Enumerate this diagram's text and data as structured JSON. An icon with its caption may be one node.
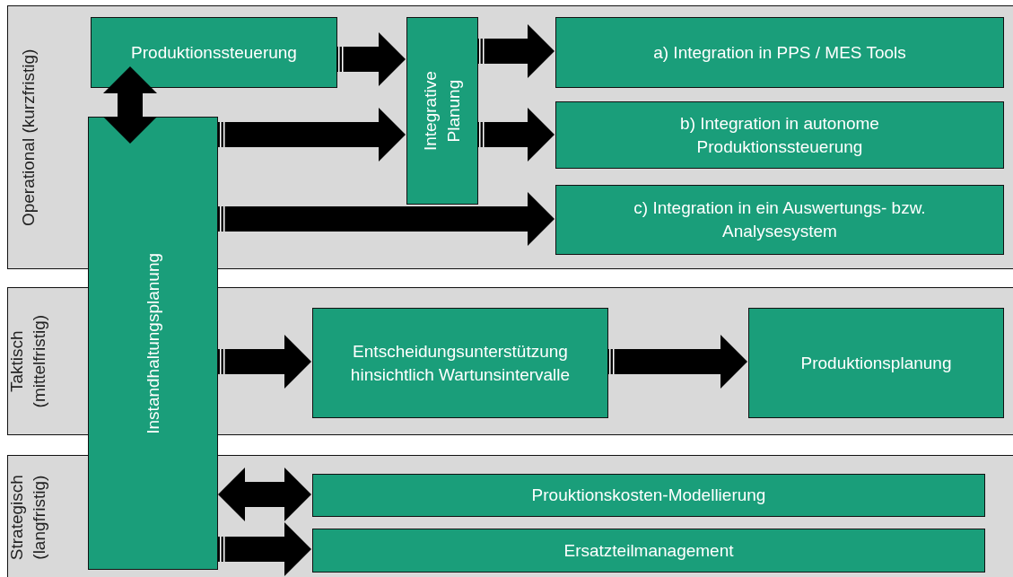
{
  "diagram": {
    "nodes": [
      {
        "text": [
          "Operational (kurzfristig)"
        ]
      },
      {
        "text": [
          "Taktisch (mittelfristig)"
        ]
      },
      {
        "text": [
          "Strategisch (langfristig)"
        ]
      },
      {
        "text": [
          "Produktionssteuerung"
        ],
        "in": 0
      },
      {
        "text": [
          "Integrative Planung"
        ],
        "in": 0
      },
      {
        "text": [
          "a) Integration in PPS / MES Tools"
        ],
        "in": 0
      },
      {
        "text": [
          "b) Integration in autonome Produktionssteuerung"
        ],
        "in": 0
      },
      {
        "text": [
          "c) Integration in ein Auswertungs- bzw. Analysesystem"
        ],
        "in": 0
      },
      {
        "text": [
          "Instandhaltungsplanung"
        ]
      },
      {
        "text": [
          "Entscheidungsunterstützung hinsichtlich Wartunsintervalle"
        ],
        "in": 1
      },
      {
        "text": [
          "Produktionsplanung"
        ],
        "in": 1
      },
      {
        "text": [
          "Prouktionskosten-Modellierung"
        ],
        "in": 2
      },
      {
        "text": [
          "Ersatzteilmanagement"
        ],
        "in": 2
      }
    ],
    "edges": [
      {
        "from": 3,
        "to": 4,
        "arrow": "to"
      },
      {
        "from": 4,
        "to": 5,
        "arrow": "to"
      },
      {
        "from": 8,
        "to": 4,
        "arrow": "to"
      },
      {
        "from": 4,
        "to": 6,
        "arrow": "to"
      },
      {
        "from": 8,
        "to": 7,
        "arrow": "to"
      },
      {
        "from": 3,
        "to": 8,
        "arrow": "both"
      },
      {
        "from": 8,
        "to": 9,
        "arrow": "to"
      },
      {
        "from": 9,
        "to": 10,
        "arrow": "to"
      },
      {
        "from": 8,
        "to": 11,
        "arrow": "both"
      },
      {
        "from": 8,
        "to": 12,
        "arrow": "to"
      }
    ]
  }
}
